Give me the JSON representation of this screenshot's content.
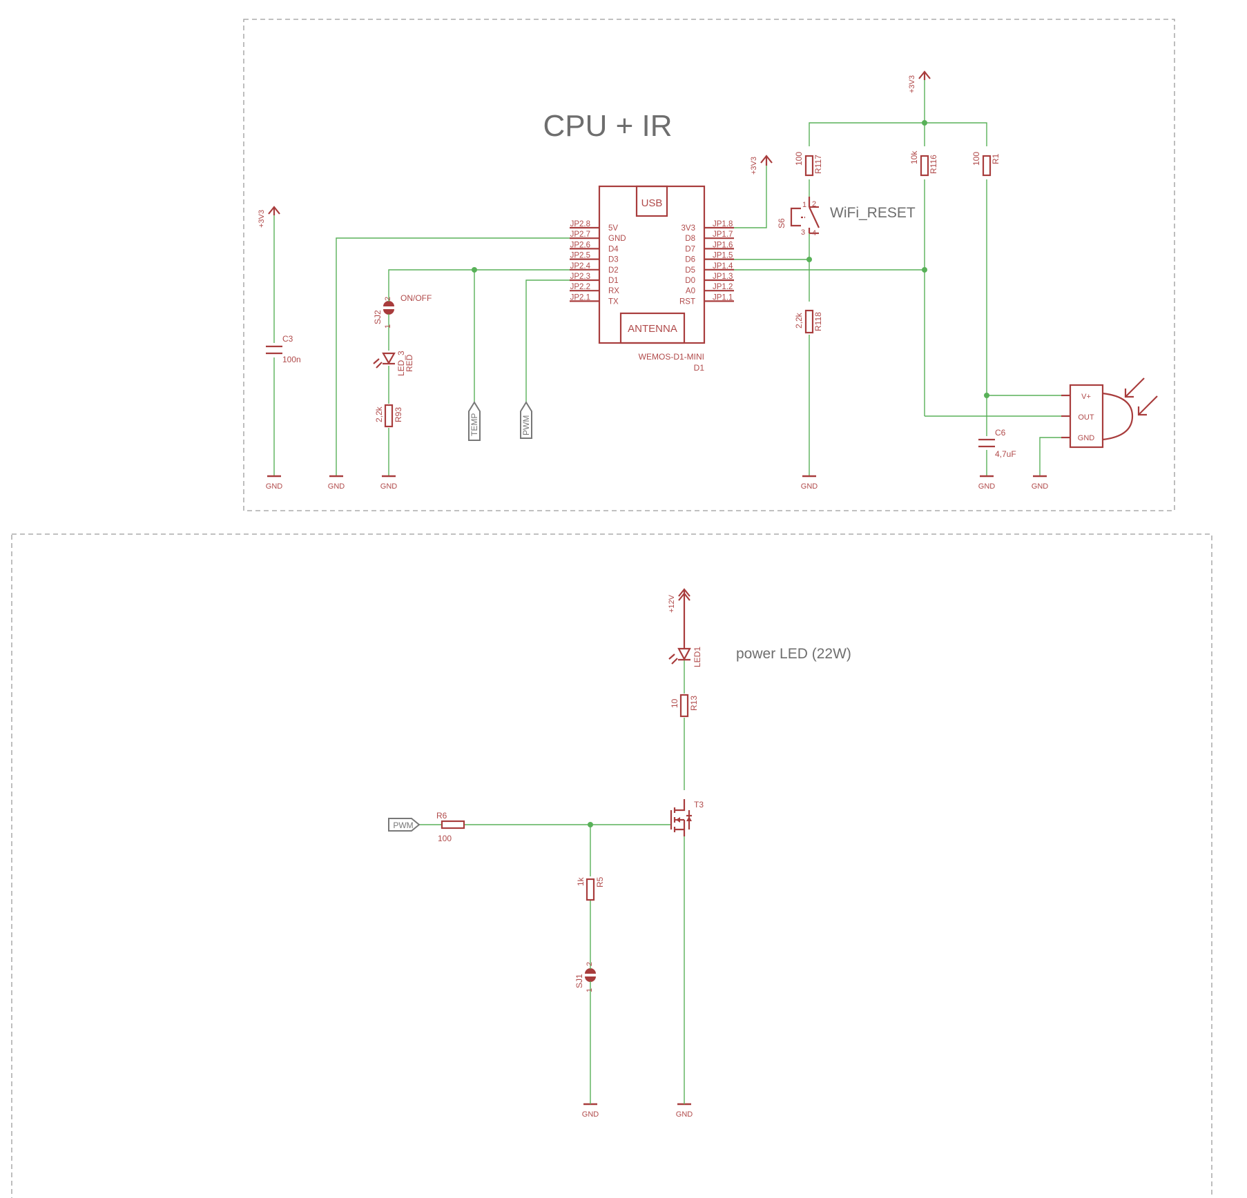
{
  "sheet": {
    "top_title": "CPU + IR",
    "power_led_title": "power LED (22W)",
    "wifi_reset_title": "WiFi_RESET"
  },
  "module": {
    "usb_label": "USB",
    "antenna_label": "ANTENNA",
    "part_name": "WEMOS-D1-MINI",
    "ref": "D1",
    "left_pins": [
      {
        "num": "JP2.8",
        "name": "5V"
      },
      {
        "num": "JP2.7",
        "name": "GND"
      },
      {
        "num": "JP2.6",
        "name": "D4"
      },
      {
        "num": "JP2.5",
        "name": "D3"
      },
      {
        "num": "JP2.4",
        "name": "D2"
      },
      {
        "num": "JP2.3",
        "name": "D1"
      },
      {
        "num": "JP2.2",
        "name": "RX"
      },
      {
        "num": "JP2.1",
        "name": "TX"
      }
    ],
    "right_pins": [
      {
        "num": "JP1.8",
        "name": "3V3"
      },
      {
        "num": "JP1.7",
        "name": "D8"
      },
      {
        "num": "JP1.6",
        "name": "D7"
      },
      {
        "num": "JP1.5",
        "name": "D6"
      },
      {
        "num": "JP1.4",
        "name": "D5"
      },
      {
        "num": "JP1.3",
        "name": "D0"
      },
      {
        "num": "JP1.2",
        "name": "A0"
      },
      {
        "num": "JP1.1",
        "name": "RST"
      }
    ]
  },
  "supplies": {
    "v3v3": "+3V3",
    "v12": "+12V",
    "gnd": "GND"
  },
  "components": {
    "c3": {
      "ref": "C3",
      "value": "100n"
    },
    "sj2": {
      "ref": "SJ2",
      "pin1": "1",
      "pin2": "2",
      "label": "ON/OFF"
    },
    "led3": {
      "ref": "LED_3",
      "value": "RED"
    },
    "r93": {
      "ref": "R93",
      "value": "2,2k"
    },
    "r117": {
      "ref": "R117",
      "value": "100"
    },
    "r116": {
      "ref": "R116",
      "value": "10k"
    },
    "r1": {
      "ref": "R1",
      "value": "100"
    },
    "r118": {
      "ref": "R118",
      "value": "2,2k"
    },
    "s6": {
      "ref": "S6",
      "pin1": "1",
      "pin2": "2",
      "pin3": "3",
      "pin4": "4"
    },
    "c6": {
      "ref": "C6",
      "value": "4,7uF"
    },
    "ir": {
      "vplus": "V+",
      "out": "OUT",
      "gnd": "GND"
    },
    "led1": {
      "ref": "LED1"
    },
    "r13": {
      "ref": "R13",
      "value": "10"
    },
    "t3": {
      "ref": "T3"
    },
    "r6": {
      "ref": "R6",
      "value": "100"
    },
    "r5": {
      "ref": "R5",
      "value": "1k"
    },
    "sj1": {
      "ref": "SJ1",
      "pin1": "1",
      "pin2": "2"
    }
  },
  "flags": {
    "temp": "TEMP",
    "pwm": "PWM",
    "pwm_in": "PWM"
  }
}
